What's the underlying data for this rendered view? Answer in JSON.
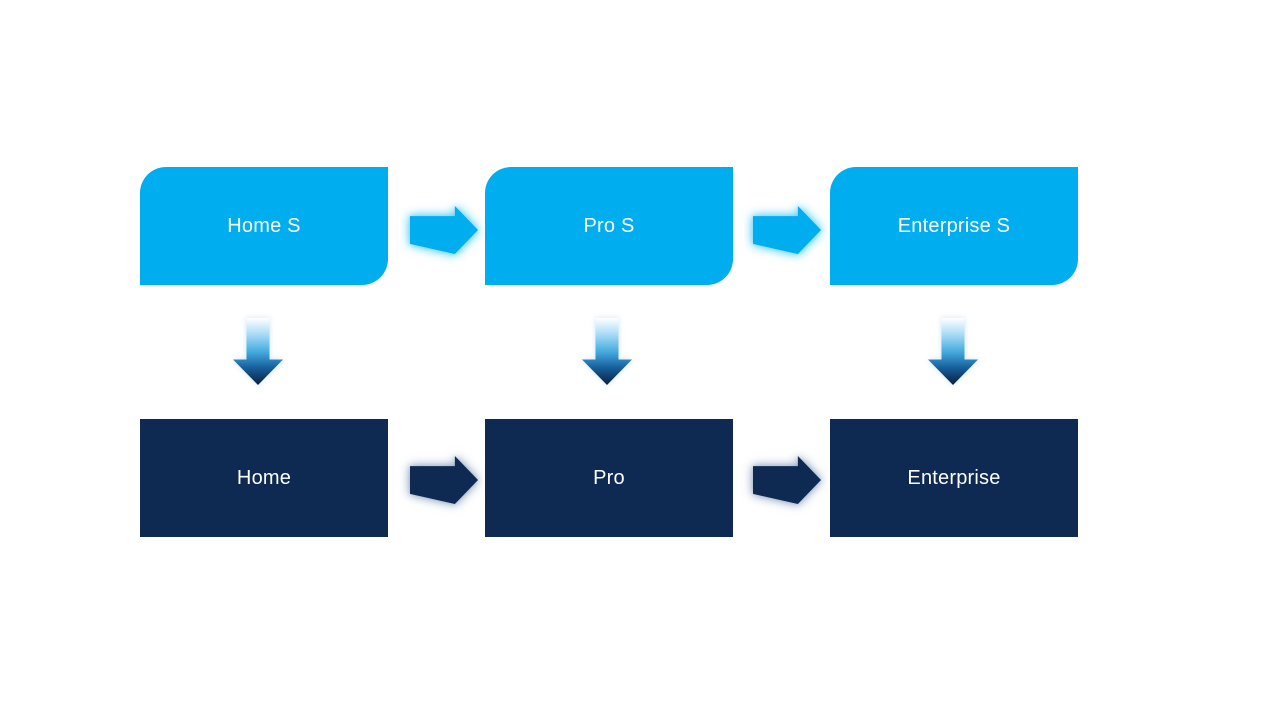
{
  "colors": {
    "background": "#FFFFFF",
    "top_box_fill": "#00ADEF",
    "bottom_box_fill": "#0E2A52",
    "label_text": "#FFFFFF",
    "top_arrow_fill": "#00ADEF",
    "bottom_arrow_fill": "#0E2A52",
    "down_arrow_gradient_start": "#FFFFFF",
    "down_arrow_gradient_light": "#AADCF6",
    "down_arrow_gradient_mid": "#45ACDF",
    "down_arrow_gradient_deep": "#17609C",
    "down_arrow_gradient_end": "#0A1F3F"
  },
  "diagram": {
    "top_row": {
      "items": [
        {
          "label": "Home S"
        },
        {
          "label": "Pro S"
        },
        {
          "label": "Enterprise S"
        }
      ]
    },
    "bottom_row": {
      "items": [
        {
          "label": "Home"
        },
        {
          "label": "Pro"
        },
        {
          "label": "Enterprise"
        }
      ]
    }
  }
}
